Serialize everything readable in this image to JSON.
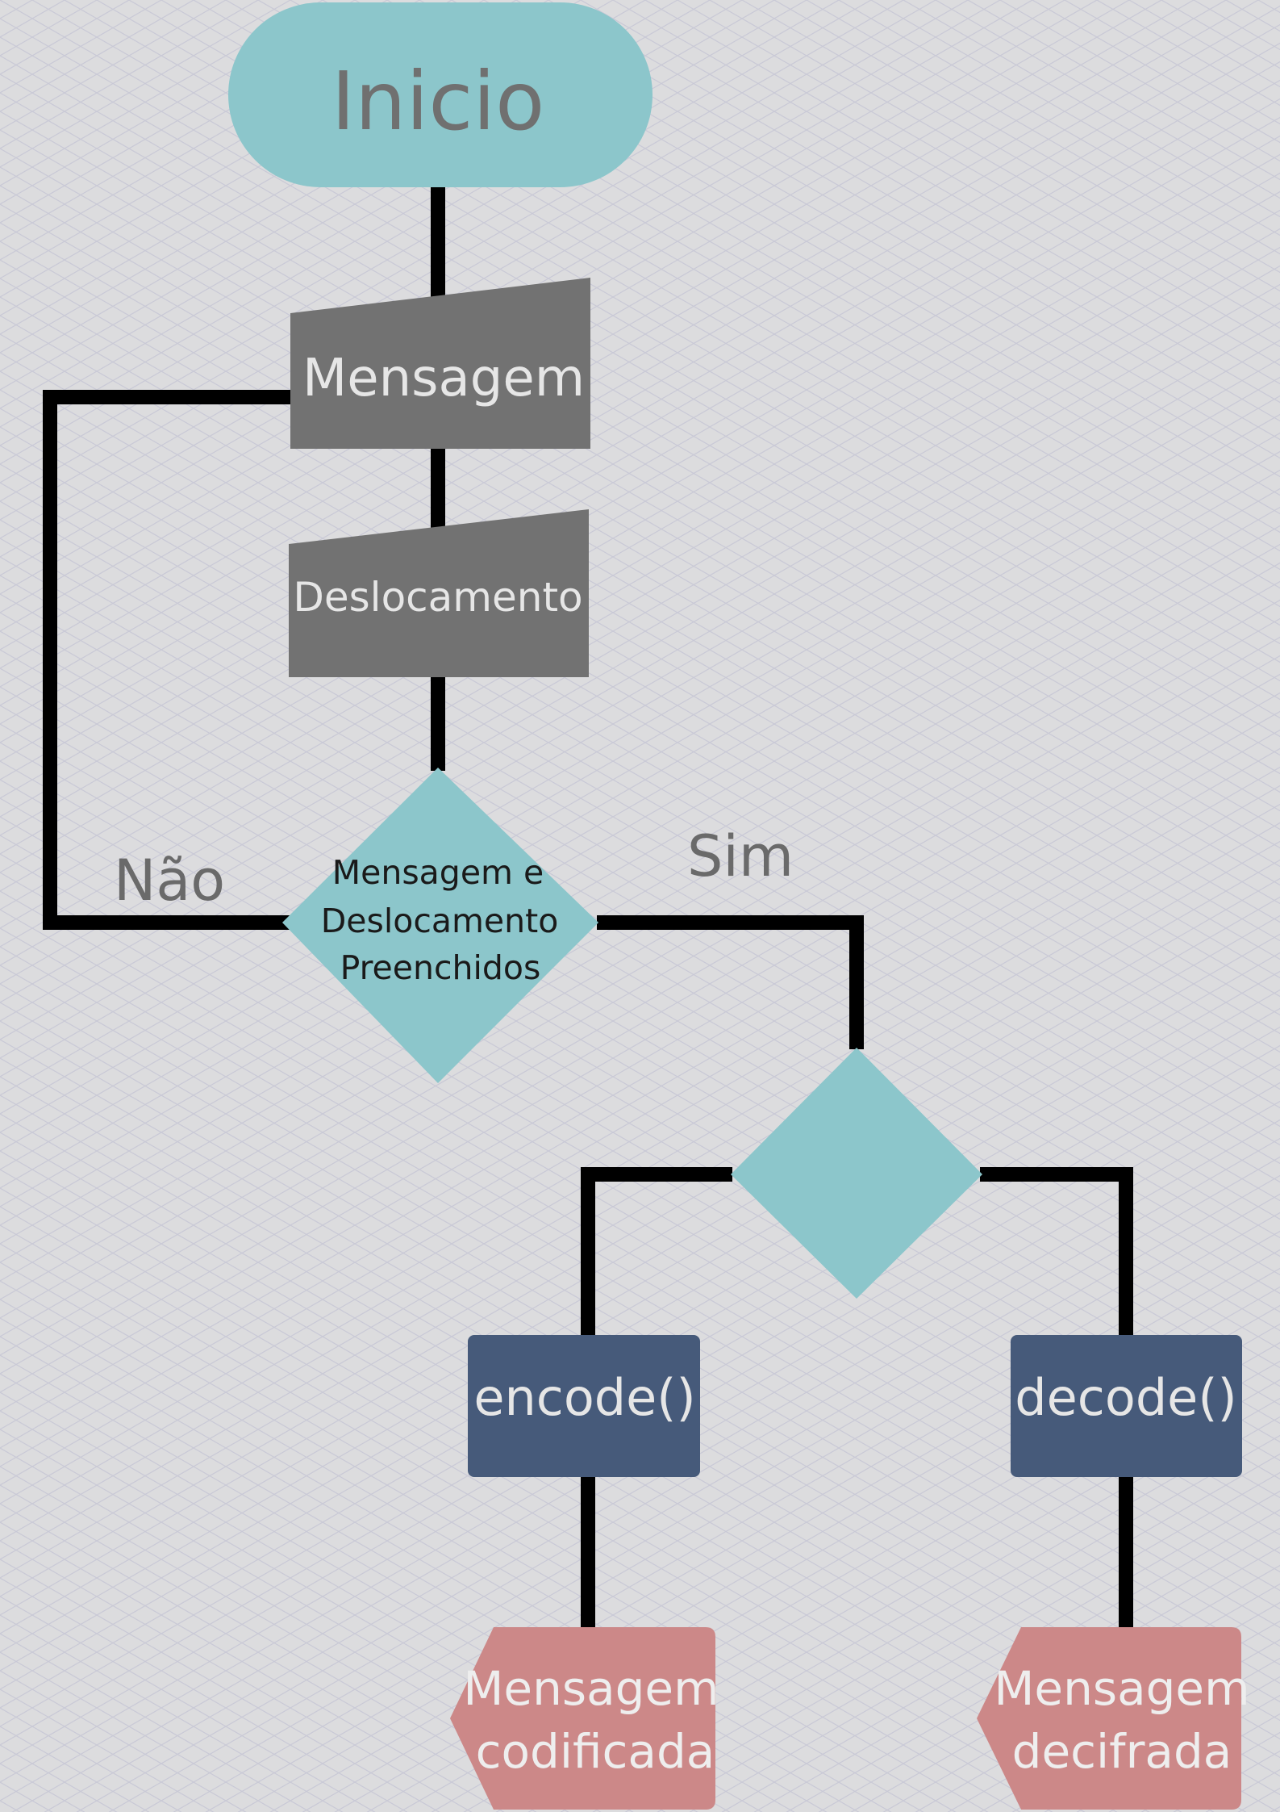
{
  "diagram": {
    "start_label": "Inicio",
    "input_message_label": "Mensagem",
    "input_shift_label": "Deslocamento",
    "decision_filled_lines": [
      "Mensagem e",
      "Deslocamento",
      "Preenchidos"
    ],
    "decision_mode_label": "",
    "edge_no_label": "Não",
    "edge_yes_label": "Sim",
    "encode_label": "encode()",
    "decode_label": "decode()",
    "output_encoded_lines": [
      "Mensagem",
      "codificada"
    ],
    "output_decoded_lines": [
      "Mensagem",
      "decifrada"
    ]
  },
  "colors": {
    "background": "#dcdcde",
    "grid": "#c9c9d6",
    "terminal_fill": "#8cc6cb",
    "terminal_text": "#707070",
    "input_fill": "#727272",
    "input_text": "#e6e6e6",
    "decision_fill": "#8cc6cb",
    "decision_text": "#1a1a1a",
    "process_fill": "#465a7a",
    "process_text": "#e6e6e6",
    "output_fill": "#cc8888",
    "output_text": "#eeeeee",
    "connector": "#000000",
    "edge_label_text": "#6a6a6a"
  }
}
